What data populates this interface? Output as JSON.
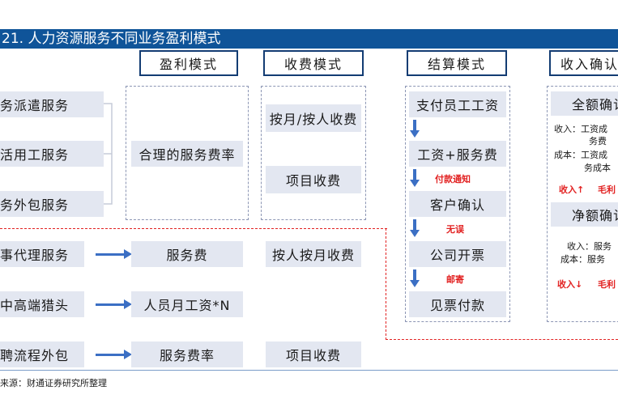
{
  "title": "21. 人力资源服务不同业务盈利模式",
  "headers": [
    "盈利模式",
    "收费模式",
    "结算模式",
    "收入确认"
  ],
  "services": [
    "务派遣服务",
    "活用工服务",
    "务外包服务",
    "事代理服务",
    "中高端猎头",
    "聘流程外包"
  ],
  "profit_models": [
    "合理的服务费率",
    "服务费",
    "人员月工资*N",
    "服务费率"
  ],
  "fee_models": [
    "按月/按人收费",
    "项目收费",
    "按人按月收费",
    "项目收费"
  ],
  "settlement": {
    "steps": [
      "支付员工工资",
      "工资+服务费",
      "客户确认",
      "公司开票",
      "见票付款"
    ],
    "labels": [
      "付款通知",
      "无误",
      "邮寄"
    ]
  },
  "revenue": {
    "gross_title": "全额确认",
    "gross_lines": [
      "收入：工资成",
      "务费",
      "成本：工资成",
      "务成本"
    ],
    "gross_note_income": "收入",
    "gross_note_margin": "毛利",
    "net_title": "净额确认",
    "net_lines": [
      "收入：服务",
      "成本：服务"
    ],
    "net_note_income": "收入",
    "net_note_margin": "毛利"
  },
  "source": "来源：财通证券研究所整理",
  "colors": {
    "title_bg": "#0f5499",
    "box": "#e3e7f1",
    "arrow": "#3b6fc4",
    "red": "#e22222"
  }
}
